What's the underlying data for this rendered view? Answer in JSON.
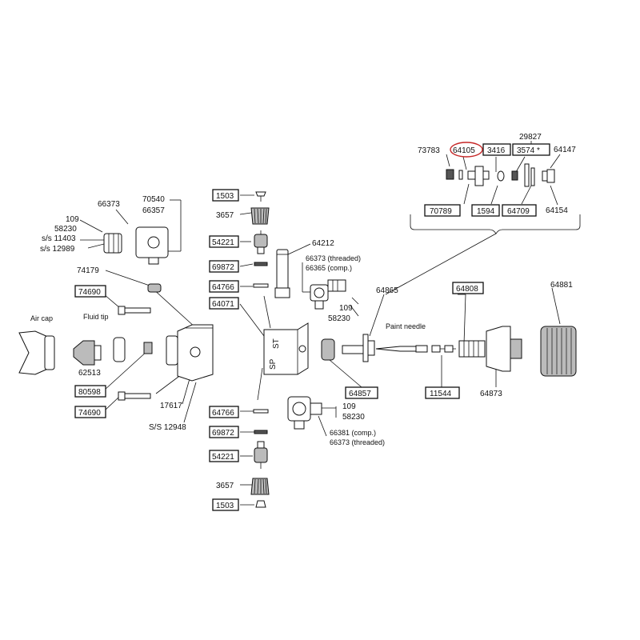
{
  "labels": {
    "kit_29827": "29827",
    "kit_73783": "73783",
    "kit_64105": "64105",
    "kit_3416": "3416",
    "kit_3574": "3574 *",
    "kit_64147": "64147",
    "kit_70789": "70789",
    "kit_1594": "1594",
    "kit_64709": "64709",
    "kit_64154": "64154",
    "l_1503_top": "1503",
    "l_3657_top": "3657",
    "l_54221_top": "54221",
    "l_69872_top": "69872",
    "l_64766_top": "64766",
    "l_64071": "64071",
    "l_64212": "64212",
    "l_66373_thr_top": "66373 (threaded)",
    "l_66365_comp": "66365 (comp.)",
    "l_109_right": "109",
    "l_58230_right": "58230",
    "l_64865": "64865",
    "l_paint_needle": "Paint needle",
    "l_64808": "64808",
    "l_64881": "64881",
    "l_66373_top": "66373",
    "l_70540": "70540",
    "l_66357": "66357",
    "l_109_left": "109",
    "l_58230_left": "58230",
    "l_ss11403": "s/s 11403",
    "l_ss12989": "s/s 12989",
    "l_74179": "74179",
    "l_74690_top": "74690",
    "l_air_cap": "Air cap",
    "l_fluid_tip": "Fluid tip",
    "l_62513": "62513",
    "l_80598": "80598",
    "l_74690_bot": "74690",
    "l_17617": "17617",
    "l_ss12948": "S/S 12948",
    "l_64857": "64857",
    "l_11544": "11544",
    "l_64873": "64873",
    "l_64766_bot": "64766",
    "l_69872_bot": "69872",
    "l_54221_bot": "54221",
    "l_3657_bot": "3657",
    "l_1503_bot": "1503",
    "l_109_bot": "109",
    "l_58230_bot": "58230",
    "l_66381_comp": "66381 (comp.)",
    "l_66373_thr_bot": "66373 (threaded)",
    "body_mark_st": "ST",
    "body_mark_sp": "SP"
  },
  "colors": {
    "highlight": "#c62828",
    "line": "#111111",
    "background": "#ffffff"
  }
}
